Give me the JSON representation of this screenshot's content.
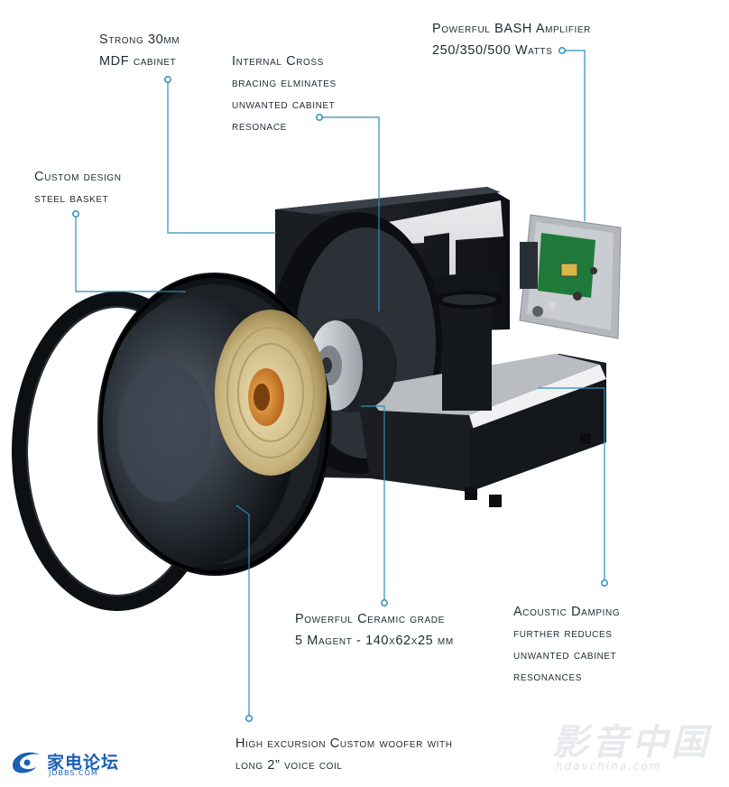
{
  "callouts": {
    "cabinet": [
      "Strong 30mm",
      "MDF cabinet"
    ],
    "bracing": [
      "Internal Cross",
      "bracing elminates",
      "unwanted cabinet",
      "resonace"
    ],
    "amplifier": [
      "Powerful BASH Amplifier",
      "250/350/500 Watts"
    ],
    "basket": [
      "Custom design",
      "steel basket"
    ],
    "magnet": [
      "Powerful Ceramic grade",
      "5 Magent - 140x62x25 mm"
    ],
    "damping": [
      "Acoustic Damping",
      "further reduces",
      "unwanted cabinet",
      "resonances"
    ],
    "woofer": [
      "High excursion Custom woofer with",
      "long 2” voice coil"
    ]
  },
  "logos": {
    "left_text": "家电论坛",
    "left_sub": "JDBBS.COM",
    "right_text": "影音中国",
    "right_sub": "hdavchina.com"
  },
  "colors": {
    "leader": "#2a8fb8",
    "text": "#1e2a35",
    "cabinet": "#15181d",
    "cone": "#d8c79a"
  }
}
